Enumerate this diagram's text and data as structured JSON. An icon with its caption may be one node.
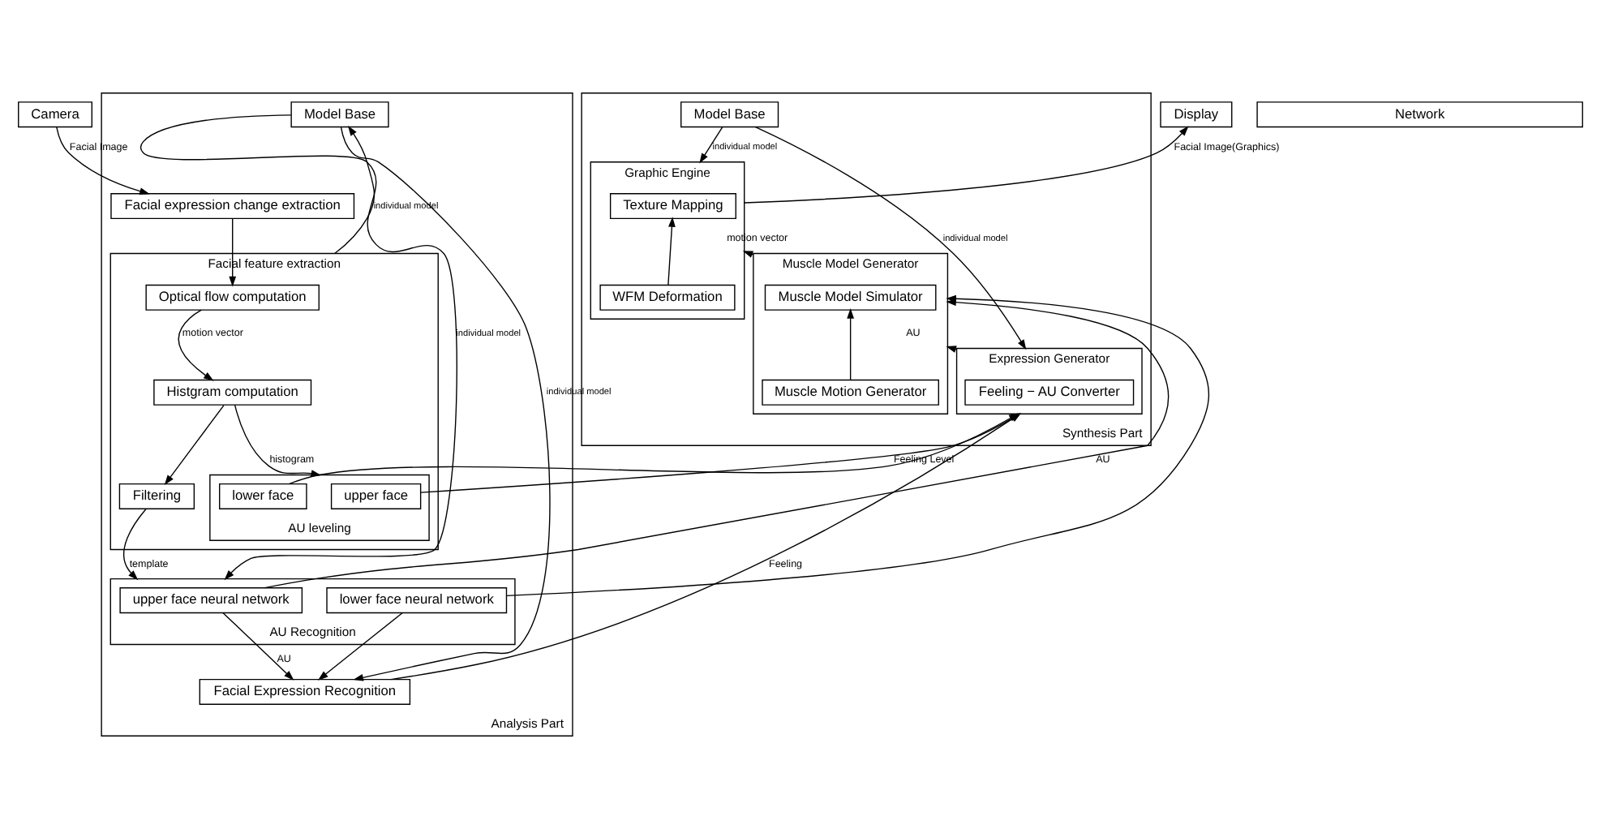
{
  "diagram": {
    "nodes": [
      {
        "text": [
          "Camera"
        ]
      },
      {
        "text": [
          "Analysis Part"
        ]
      },
      {
        "text": [
          "Model Base"
        ],
        "in": 1
      },
      {
        "text": [
          "Facial expression change extraction"
        ],
        "in": 1
      },
      {
        "text": [
          "Facial feature extraction"
        ],
        "in": 1
      },
      {
        "text": [
          "Optical flow computation"
        ],
        "in": 4
      },
      {
        "text": [
          "Histgram computation"
        ],
        "in": 4
      },
      {
        "text": [
          "Filtering"
        ],
        "in": 4
      },
      {
        "text": [
          "AU leveling"
        ],
        "in": 4
      },
      {
        "text": [
          "upper face"
        ],
        "in": 8
      },
      {
        "text": [
          "lower face"
        ],
        "in": 8
      },
      {
        "text": [
          "AU Recognition"
        ],
        "in": 1
      },
      {
        "text": [
          "upper face neural network"
        ],
        "in": 11
      },
      {
        "text": [
          "lower face neural network"
        ],
        "in": 11
      },
      {
        "text": [
          "Facial Expression Recognition"
        ],
        "in": 1
      },
      {
        "text": [
          "Display"
        ]
      },
      {
        "text": [
          "Synthesis Part"
        ]
      },
      {
        "text": [
          "Graphic Engine"
        ],
        "in": 16
      },
      {
        "text": [
          "Texture Mapping"
        ],
        "in": 17
      },
      {
        "text": [
          "WFM Deformation"
        ],
        "in": 17
      },
      {
        "text": [
          "Muscle Model Generator"
        ],
        "in": 16
      },
      {
        "text": [
          "Muscle Model Simulator"
        ],
        "in": 20
      },
      {
        "text": [
          "Muscle Motion Generator"
        ],
        "in": 20
      },
      {
        "text": [
          "Expression Generator"
        ],
        "in": 16
      },
      {
        "text": [
          "Feeling − AU Converter"
        ],
        "in": 23
      },
      {
        "text": [
          "Model Base"
        ],
        "in": 16
      },
      {
        "text": [
          "Network"
        ]
      }
    ],
    "edges": [
      {
        "from": 0,
        "to": 3,
        "arrow": "to",
        "label": "Facial Image"
      },
      {
        "from": 3,
        "to": 5,
        "arrow": "to"
      },
      {
        "from": 5,
        "to": 6,
        "arrow": "to",
        "label": "motion vector"
      },
      {
        "from": 4,
        "to": 2,
        "arrow": "to",
        "label": "individual model"
      },
      {
        "from": 6,
        "to": 7,
        "arrow": "to"
      },
      {
        "from": 6,
        "to": 8,
        "arrow": "to",
        "label": "histogram"
      },
      {
        "from": 7,
        "to": 11,
        "arrow": "to",
        "label": "template"
      },
      {
        "from": 2,
        "to": 11,
        "arrow": "to",
        "label": "individual model"
      },
      {
        "from": 12,
        "to": 14,
        "arrow": "to",
        "label": "AU"
      },
      {
        "from": 13,
        "to": 14,
        "arrow": "to"
      },
      {
        "from": 2,
        "to": 14,
        "arrow": "to",
        "label": "individual model"
      },
      {
        "from": 9,
        "to": 23,
        "arrow": "to",
        "label": "Feeling Level"
      },
      {
        "from": 10,
        "to": 23,
        "arrow": "to"
      },
      {
        "from": 12,
        "to": 20,
        "arrow": "to",
        "label": "AU"
      },
      {
        "from": 13,
        "to": 20,
        "arrow": "to"
      },
      {
        "from": 14,
        "to": 23,
        "arrow": "to",
        "label": "Feeling"
      },
      {
        "from": 17,
        "to": 15,
        "arrow": "to",
        "label": "Facial Image(Graphics)"
      },
      {
        "from": 19,
        "to": 18,
        "arrow": "to"
      },
      {
        "from": 25,
        "to": 17,
        "arrow": "to",
        "label": "individual model"
      },
      {
        "from": 20,
        "to": 17,
        "arrow": "to",
        "label": "motion vector"
      },
      {
        "from": 22,
        "to": 21,
        "arrow": "to"
      },
      {
        "from": 23,
        "to": 20,
        "arrow": "to",
        "label": "AU"
      },
      {
        "from": 25,
        "to": 23,
        "arrow": "to",
        "label": "individual model"
      }
    ]
  }
}
